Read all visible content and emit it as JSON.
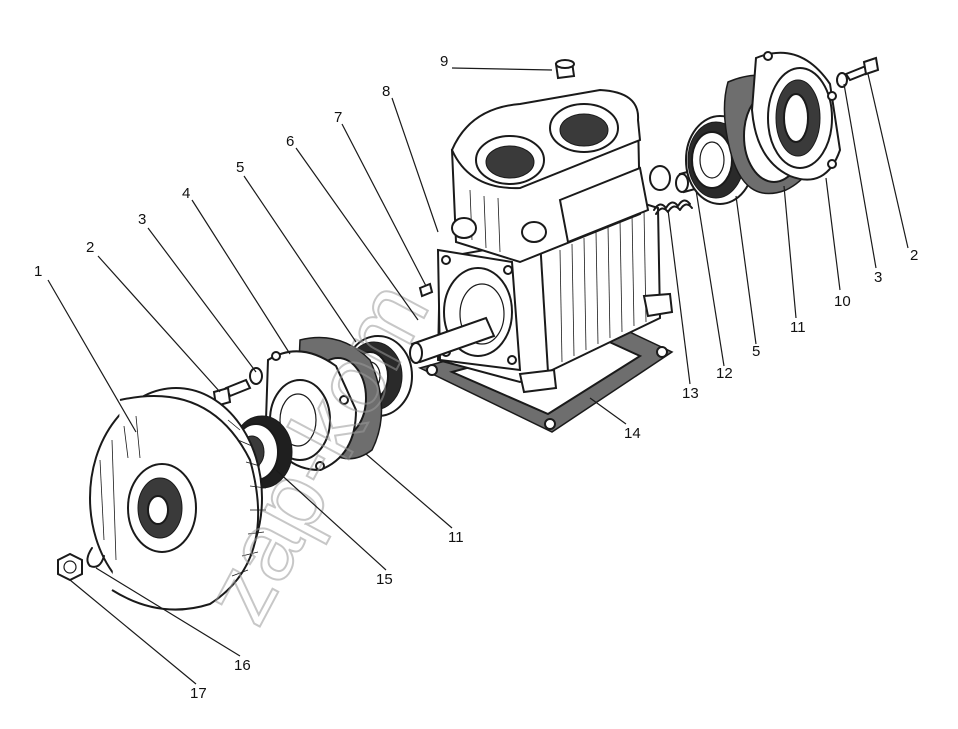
{
  "diagram": {
    "watermark": "zap-kom",
    "callouts": [
      {
        "id": "c1",
        "text": "1"
      },
      {
        "id": "c2a",
        "text": "2"
      },
      {
        "id": "c3a",
        "text": "3"
      },
      {
        "id": "c4",
        "text": "4"
      },
      {
        "id": "c5a",
        "text": "5"
      },
      {
        "id": "c6",
        "text": "6"
      },
      {
        "id": "c7",
        "text": "7"
      },
      {
        "id": "c8",
        "text": "8"
      },
      {
        "id": "c9",
        "text": "9"
      },
      {
        "id": "c2b",
        "text": "2"
      },
      {
        "id": "c3b",
        "text": "3"
      },
      {
        "id": "c10",
        "text": "10"
      },
      {
        "id": "c11a",
        "text": "11"
      },
      {
        "id": "c5b",
        "text": "5"
      },
      {
        "id": "c12",
        "text": "12"
      },
      {
        "id": "c13",
        "text": "13"
      },
      {
        "id": "c14",
        "text": "14"
      },
      {
        "id": "c11b",
        "text": "11"
      },
      {
        "id": "c15",
        "text": "15"
      },
      {
        "id": "c16",
        "text": "16"
      },
      {
        "id": "c17",
        "text": "17"
      }
    ]
  }
}
